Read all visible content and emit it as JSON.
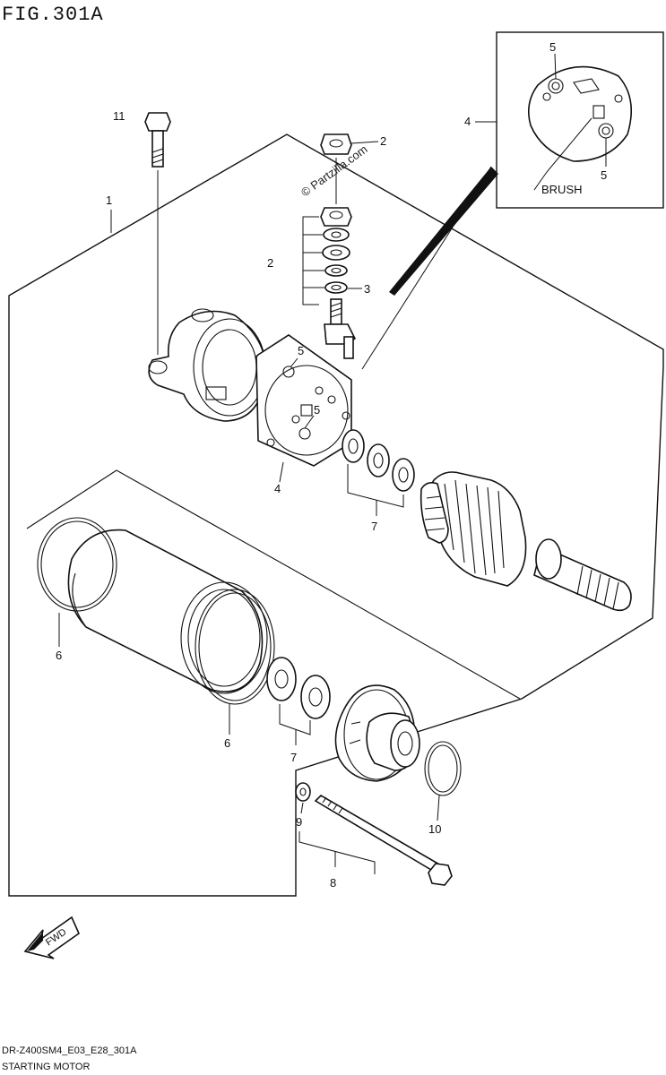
{
  "figure": {
    "title": "FIG.301A",
    "code": "DR-Z400SM4_E03_E28_301A",
    "caption": "STARTING MOTOR",
    "watermark": "© Partzilla.com",
    "fwd_label": "FWD"
  },
  "inset": {
    "brush_label": "BRUSH",
    "callout_top": "5",
    "callout_bottom": "5",
    "callout_ref": "4"
  },
  "callouts": {
    "c1": "1",
    "c2_top": "2",
    "c2_left": "2",
    "c3": "3",
    "c4_main": "4",
    "c5_upper": "5",
    "c5_lower": "5",
    "c6_left": "6",
    "c6_right": "6",
    "c7_upper": "7",
    "c7_lower": "7",
    "c8": "8",
    "c9": "9",
    "c10": "10",
    "c11": "11"
  },
  "colors": {
    "line": "#111111",
    "background": "#ffffff"
  }
}
